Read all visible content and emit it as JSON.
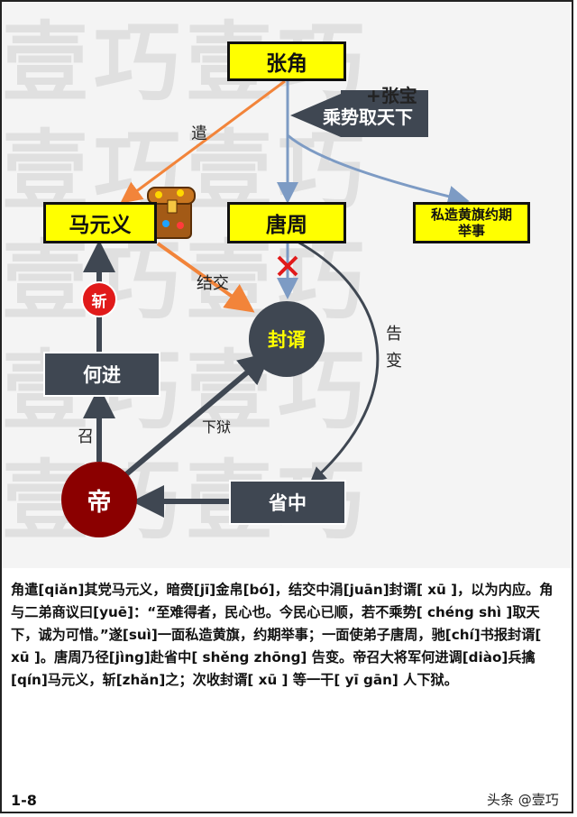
{
  "watermark": "壹巧壹巧",
  "nodes": {
    "zhangjiao": "张角",
    "mayuanyi": "马元义",
    "tangzhou": "唐周",
    "private_flag": "私造黄旗约期举事",
    "fengxu": "封谞",
    "hejin": "何进",
    "emperor": "帝",
    "shengzhong": "省中",
    "zhan": "斩"
  },
  "banner": {
    "plus": "+张宝",
    "text": "乘势取天下"
  },
  "edge_labels": {
    "qian": "遣",
    "jiejiao": "结交",
    "gaobian": "告变",
    "zhao": "召",
    "xiayu": "下狱"
  },
  "colors": {
    "yellow_box": "#ffff00",
    "dark_box": "#3f4752",
    "emperor": "#8b0000",
    "zhan_circle": "#e11a1a",
    "arrow_blue": "#7d9bc4",
    "arrow_orange": "#f2843a",
    "arrow_dark": "#3f4752",
    "cross": "#e11a1a"
  },
  "body_text": "角遣[qiǎn]其党马元义，暗赍[jī]金帛[bó]，结交中涓[juān]封谞[ xū ]，以为内应。角与二弟商议曰[yuē]：“至难得者，民心也。今民心已顺，若不乘势[ chéng shì ]取天下，诚为可惜。”遂[suì]一面私造黄旗，约期举事；一面使弟子唐周，驰[chí]书报封谞[ xū ]。唐周乃径[jìng]赴省中[ shěng zhōng] 告变。帝召大将军何进调[diào]兵擒[qín]马元义，斩[zhǎn]之；次收封谞[ xū ] 等一干[ yī gān] 人下狱。",
  "page_number": "1-8",
  "source": "头条 @壹巧"
}
